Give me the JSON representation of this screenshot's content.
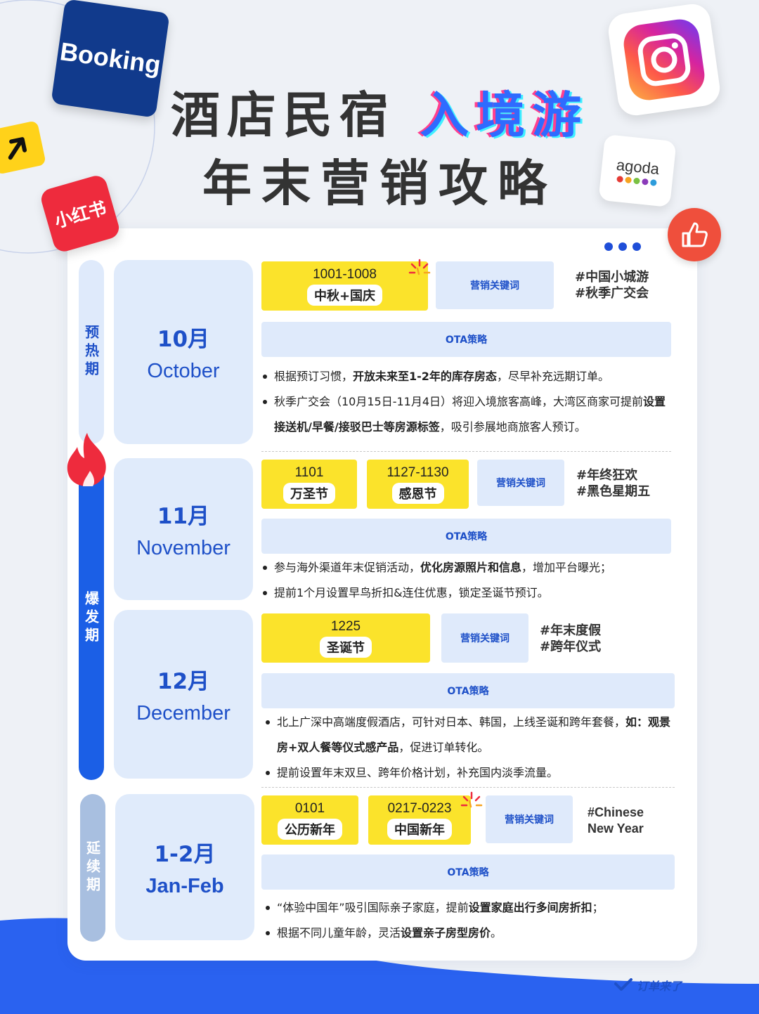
{
  "title": {
    "line1_prefix": "酒店民宿",
    "line1_highlight": "入境游",
    "line2": "年末营销攻略"
  },
  "logos": {
    "booking": "Booking",
    "xiaohongshu": "小红书",
    "agoda": "agoda",
    "icons": [
      "booking-logo",
      "yellow-arrow-logo",
      "xiaohongshu-logo",
      "instagram-icon",
      "agoda-logo",
      "thumbs-up-icon",
      "flame-icon"
    ]
  },
  "colors": {
    "primary_blue": "#1b5fe6",
    "light_blue": "#dfeafb",
    "tag_yellow": "#fbe32b",
    "accent_red": "#ef4f3c"
  },
  "phases": [
    "预热期",
    "爆发期",
    "延续期"
  ],
  "labels": {
    "keywords": "营销关键词",
    "ota": "OTA策略"
  },
  "months": [
    {
      "zh": "10月",
      "en": "October",
      "tags": [
        {
          "date": "1001-1008",
          "name": "中秋+国庆"
        }
      ],
      "hashtags": [
        "#中国小城游",
        "#秋季广交会"
      ],
      "bullets": [
        {
          "pre": "根据预订习惯，",
          "bold": "开放未来至1-2年的库存房态",
          "post": "，尽早补充远期订单。"
        },
        {
          "pre": "秋季广交会（10月15日-11月4日）将迎入境旅客高峰，大湾区商家可提前",
          "bold": "设置接送机/早餐/接驳巴士等房源标签",
          "post": "，吸引参展地商旅客人预订。"
        }
      ]
    },
    {
      "zh": "11月",
      "en": "November",
      "tags": [
        {
          "date": "1101",
          "name": "万圣节"
        },
        {
          "date": "1127-1130",
          "name": "感恩节"
        }
      ],
      "hashtags": [
        "#年终狂欢",
        "#黑色星期五"
      ],
      "bullets": [
        {
          "pre": "参与海外渠道年末促销活动，",
          "bold": "优化房源照片和信息",
          "post": "，增加平台曝光；"
        },
        {
          "pre": "提前1个月设置早鸟折扣&连住优惠，锁定圣诞节预订。",
          "bold": "",
          "post": ""
        }
      ]
    },
    {
      "zh": "12月",
      "en": "December",
      "tags": [
        {
          "date": "1225",
          "name": "圣诞节"
        }
      ],
      "hashtags": [
        "#年末度假",
        "#跨年仪式"
      ],
      "bullets": [
        {
          "pre": "北上广深中高端度假酒店，可针对日本、韩国，上线圣诞和跨年套餐，",
          "bold": "如：观景房+双人餐等仪式感产品",
          "post": "，促进订单转化。"
        },
        {
          "pre": "提前设置年末双旦、跨年价格计划，补充国内淡季流量。",
          "bold": "",
          "post": ""
        }
      ]
    },
    {
      "zh": "1-2月",
      "en": "Jan-Feb",
      "tags": [
        {
          "date": "0101",
          "name": "公历新年"
        },
        {
          "date": "0217-0223",
          "name": "中国新年"
        }
      ],
      "hashtags": [
        "#Chinese",
        "New Year"
      ],
      "bullets": [
        {
          "pre": "“体验中国年”吸引国际亲子家庭，提前",
          "bold": "设置家庭出行多间房折扣",
          "post": "；"
        },
        {
          "pre": "根据不同儿童年龄，灵活",
          "bold": "设置亲子房型房价",
          "post": "。"
        }
      ]
    }
  ],
  "brand": "订单来了"
}
